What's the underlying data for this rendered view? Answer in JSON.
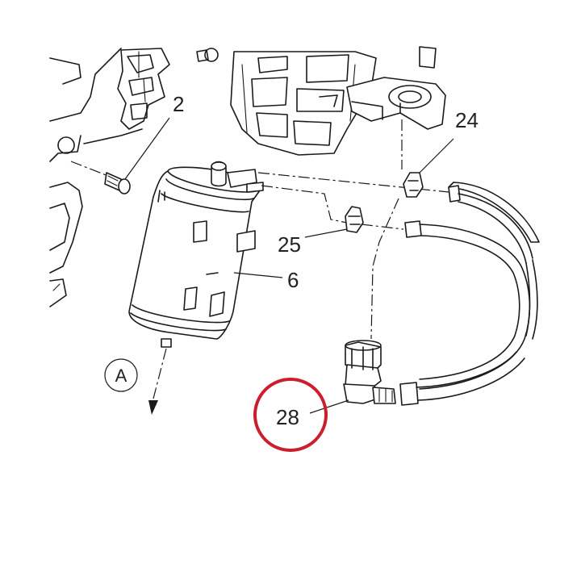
{
  "callouts": {
    "part_2": "2",
    "part_24": "24",
    "part_25": "25",
    "part_6": "6",
    "part_28": "28"
  },
  "view_marker": "A",
  "colors": {
    "highlight_ring": "#cc1f2d",
    "line_art": "#1a1a1a",
    "background": "#ffffff"
  },
  "highlighted_part": "28"
}
